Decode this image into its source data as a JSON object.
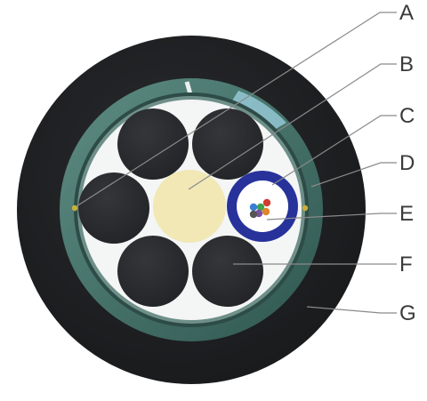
{
  "labels": {
    "a": "A",
    "b": "B",
    "c": "C",
    "d": "D",
    "e": "E",
    "f": "F",
    "g": "G"
  },
  "colors": {
    "outer_sheath": "#1f2022",
    "armor_ring": "#4f7e75",
    "armor_ring_highlight": "#8fc9dc",
    "inner_gap": "#263a35",
    "core_background": "#f4f5f5",
    "filler_element": "#2b2c2e",
    "central_member": "#f1e8b5",
    "loose_tube": "#27339a",
    "loose_tube_inner": "#ffffff",
    "ripcord": "#c9b03a",
    "fiber_colors": [
      "#3a7fd1",
      "#3fa34d",
      "#d23b2f",
      "#7b4fa8",
      "#e0862a",
      "#555555"
    ]
  }
}
